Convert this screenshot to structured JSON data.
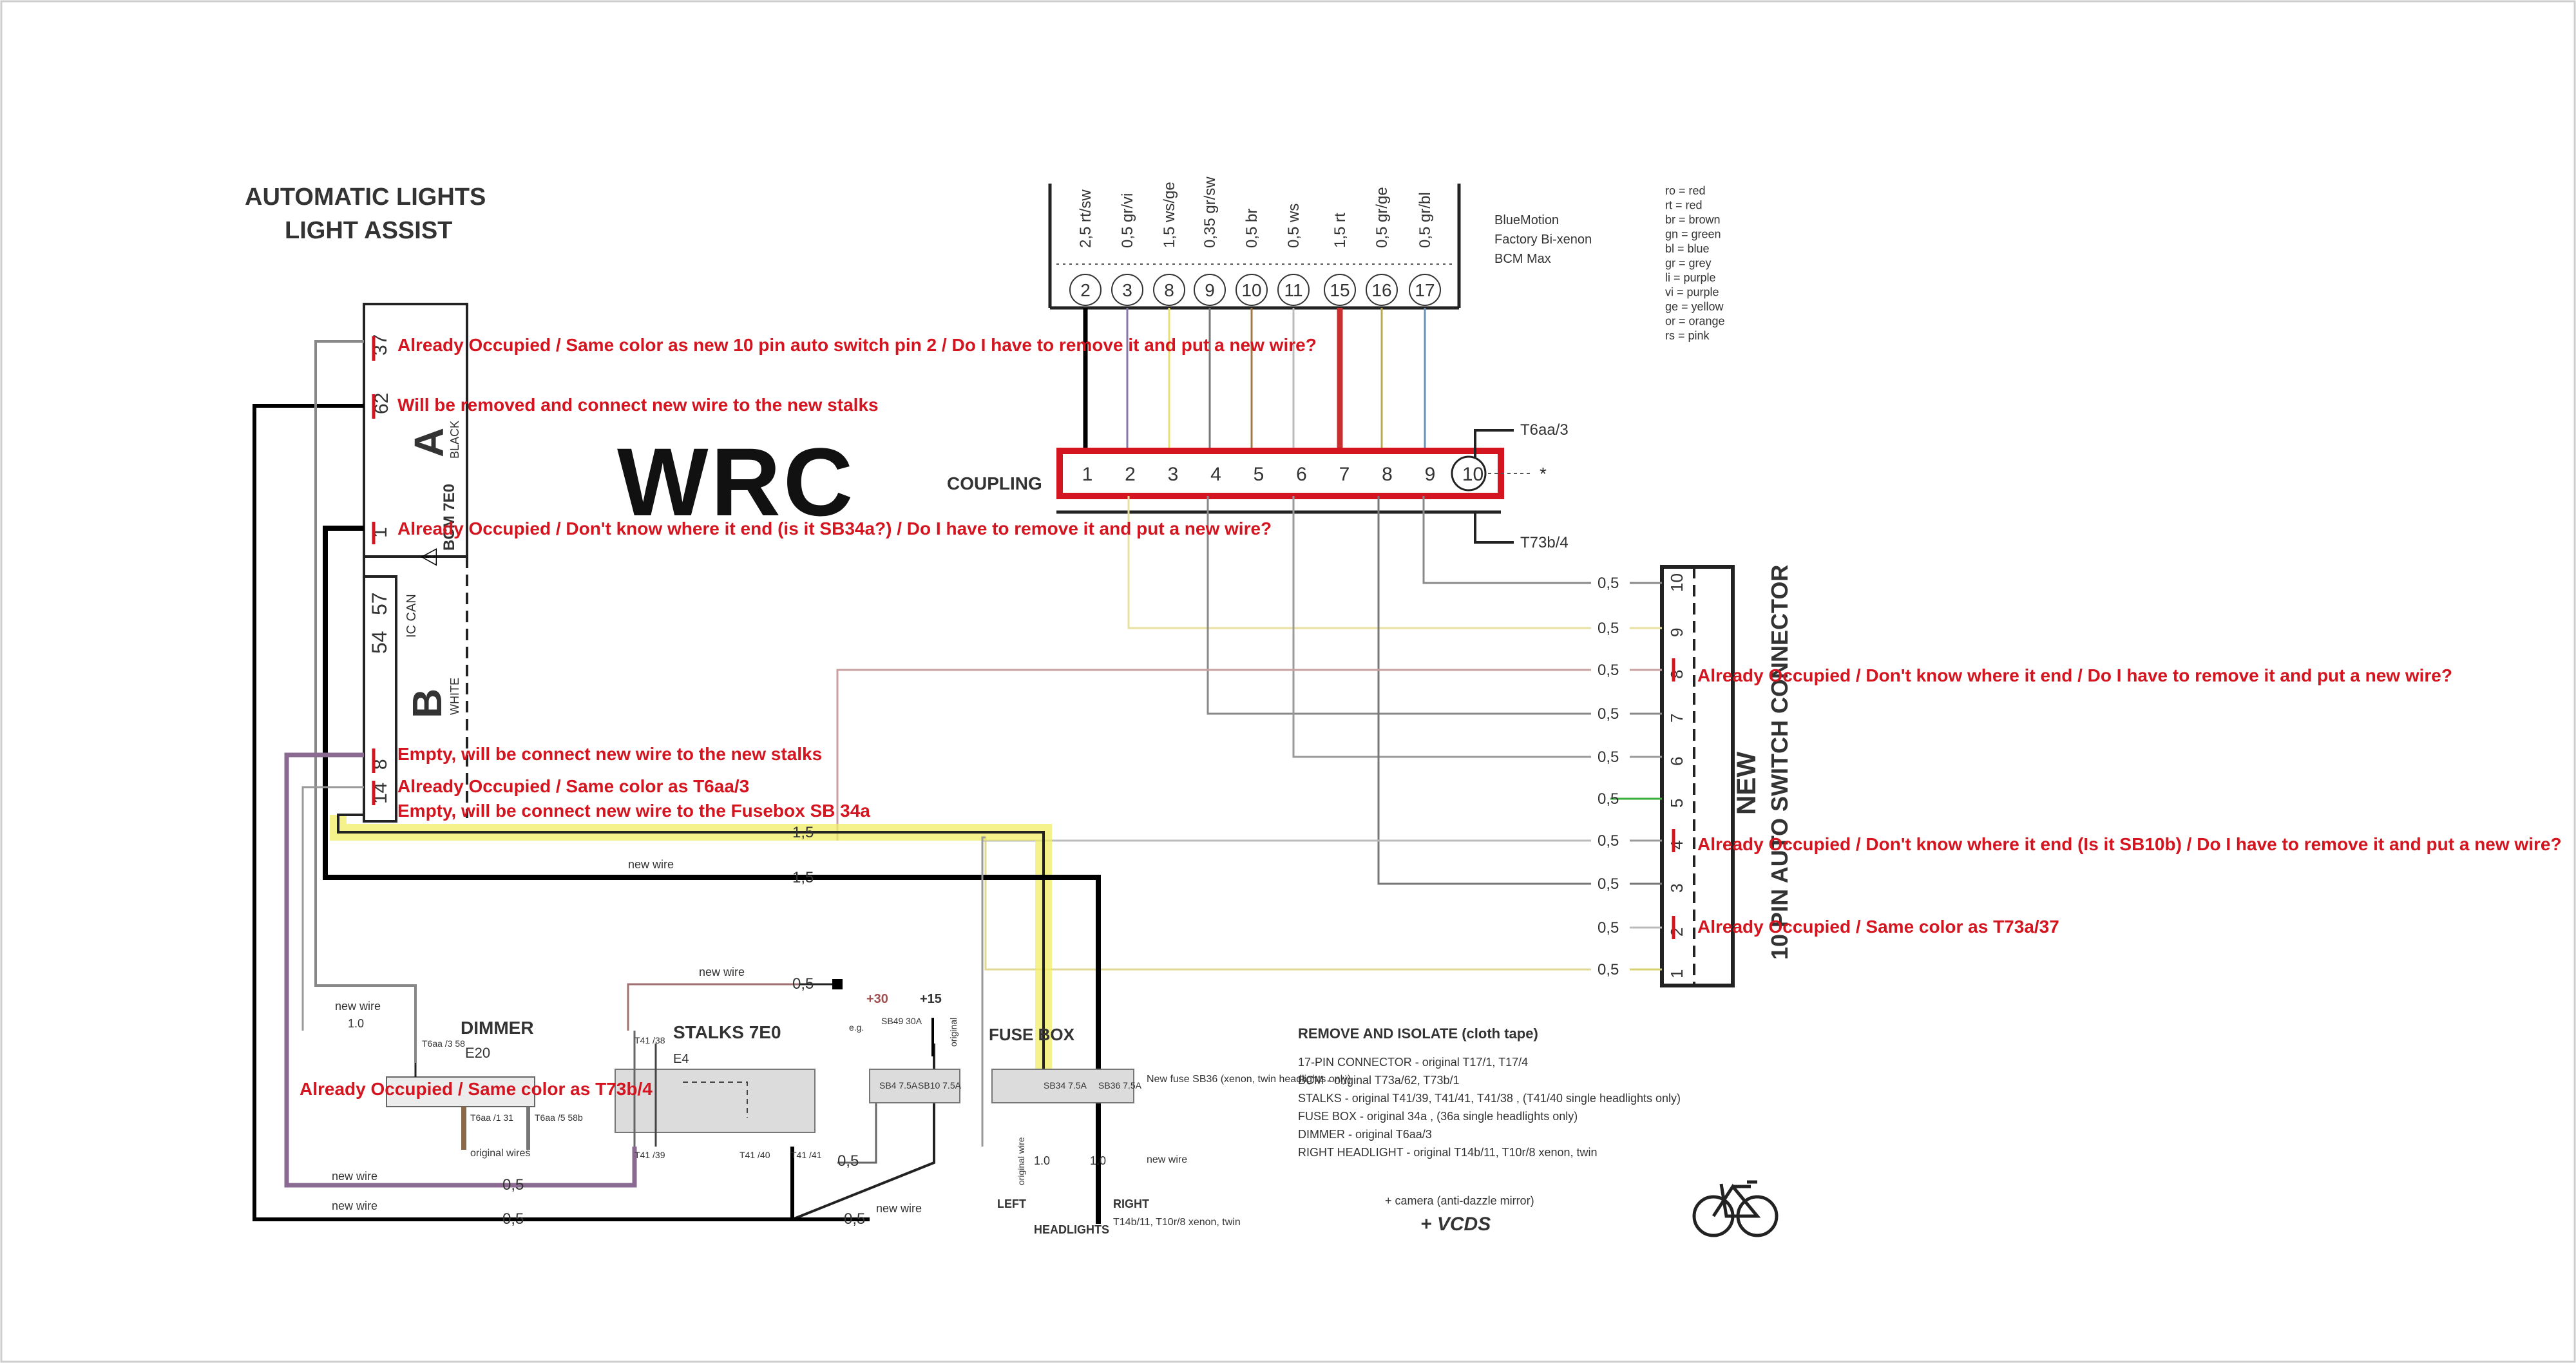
{
  "header": {
    "title_line1": "AUTOMATIC LIGHTS",
    "title_line2": "LIGHT ASSIST",
    "logo": "WRC"
  },
  "bcm": {
    "label_a": "A",
    "label_b": "B",
    "black": "BLACK",
    "white": "WHITE",
    "part": "BCM 7E0",
    "ic_can": "IC CAN",
    "pin_54": "54",
    "pin_57": "57",
    "pins": [
      "37",
      "62",
      "1",
      "8",
      "14"
    ]
  },
  "top_connector": {
    "pins": [
      "2",
      "3",
      "8",
      "9",
      "10",
      "11",
      "15",
      "16",
      "17"
    ],
    "wires": [
      "2,5 rt/sw",
      "0,5 gr/vi",
      "1,5 ws/ge",
      "0,35 gr/sw",
      "0,5 br",
      "0,5 ws",
      "1,5 rt",
      "0,5 gr/ge",
      "0,5 gr/bl"
    ],
    "info": [
      "BlueMotion",
      "Factory Bi-xenon",
      "BCM Max"
    ]
  },
  "coupling": {
    "label": "COUPLING",
    "pins": [
      "1",
      "2",
      "3",
      "4",
      "5",
      "6",
      "7",
      "8",
      "9",
      "10"
    ],
    "t6aa": "T6aa/3",
    "t73b": "T73b/4",
    "asterisk": "*"
  },
  "legend": [
    "ro = red",
    "rt = red",
    "br = brown",
    "gn = green",
    "bl = blue",
    "gr = grey",
    "li = purple",
    "vi = purple",
    "ge = yellow",
    "or = orange",
    "rs = pink"
  ],
  "new_switch": {
    "title_line1": "NEW",
    "title_line2": "10 PIN AUTO SWITCH CONNECTOR",
    "pins": [
      "10",
      "9",
      "8",
      "7",
      "6",
      "5",
      "4",
      "3",
      "2",
      "1"
    ],
    "gauges": [
      "0,5",
      "0,5",
      "0,5",
      "0,5",
      "0,5",
      "0,5",
      "0,5",
      "0,5",
      "0,5",
      "0,5"
    ]
  },
  "wiring": {
    "gauge_15a": "1,5",
    "gauge_15b": "1,5",
    "gauge_05_mid": "0,5",
    "gauge_05_a": "0,5",
    "gauge_05_b": "0,5",
    "gauge_05_c": "0,5",
    "gauge_05_d": "0,5",
    "new_wire": "new wire",
    "gauge_10a": "1.0",
    "gauge_10b": "1.0"
  },
  "dimmer": {
    "title": "DIMMER",
    "part": "E20",
    "new_wire": "new wire",
    "original": "original wires",
    "t6aa": "T6aa /3 58",
    "t6aa_b": "T6aa /1 31",
    "t6aa_c": "T6aa /5 58b"
  },
  "stalks": {
    "title": "STALKS 7E0",
    "part": "E4",
    "t41_38": "T41 /38",
    "t41_39": "T41 /39",
    "t41_bottom": [
      "T41 /39",
      "T41 /40",
      "T41 /41"
    ]
  },
  "fuse_area": {
    "plus30": "+30",
    "plus15": "+15",
    "sb49": "SB49 30A",
    "eg": "e.g.",
    "original": "original",
    "sb4": "SB4 7.5A",
    "sb10": "SB10 7.5A",
    "fuse_box": "FUSE BOX",
    "sb34": "SB34 7.5A",
    "sb36": "SB36 7.5A",
    "new_fuse": "New fuse SB36 (xenon, twin headlights only)",
    "new_wire": "new wire",
    "original_wire": "original wire",
    "left": "LEFT",
    "right": "RIGHT",
    "headlights": "HEADLIGHTS",
    "right_detail": "T14b/11, T10r/8 xenon, twin"
  },
  "remove_isolate": {
    "title": "REMOVE AND ISOLATE (cloth tape)",
    "lines": [
      "17-PIN CONNECTOR - original T17/1, T17/4",
      "BCM - original T73a/62, T73b/1",
      "STALKS - original T41/39, T41/41, T41/38 , (T41/40 single headlights only)",
      "FUSE BOX - original 34a , (36a single headlights only)",
      "DIMMER - original T6aa/3",
      "RIGHT HEADLIGHT - original T14b/11, T10r/8 xenon, twin"
    ],
    "camera": "+ camera (anti-dazzle mirror)",
    "vcds": "+ VCDS"
  },
  "notes": {
    "n37": "Already Occupied / Same color as new 10 pin auto switch pin 2 / Do I have to remove it and put a new wire?",
    "n62": "Will be removed and connect new wire to the new stalks",
    "n1": "Already Occupied / Don't know where it end (is it SB34a?)  / Do I have to remove it and put a new wire?",
    "n8": "Empty, will be connect new wire to the new stalks",
    "n14a": "Already Occupied / Same color as T6aa/3",
    "n14b": "Empty, will be connect new wire to the Fusebox SB 34a",
    "n_sw8": "Already Occupied / Don't know where it end / Do I have to remove it and put a new wire?",
    "n_sw4": "Already Occupied / Don't know where it end (Is it SB10b) / Do I have to remove it and put a new wire?",
    "n_sw2": "Already Occupied / Same color as T73a/37",
    "n_dimmer": "Already Occupied / Same color as T73b/4"
  },
  "colors": {
    "note": "#d4141e",
    "coupling_box": "#d4141e",
    "highlight": "#f2ee66",
    "wire_purple": "#8a6a90",
    "wire_black": "#000000"
  }
}
